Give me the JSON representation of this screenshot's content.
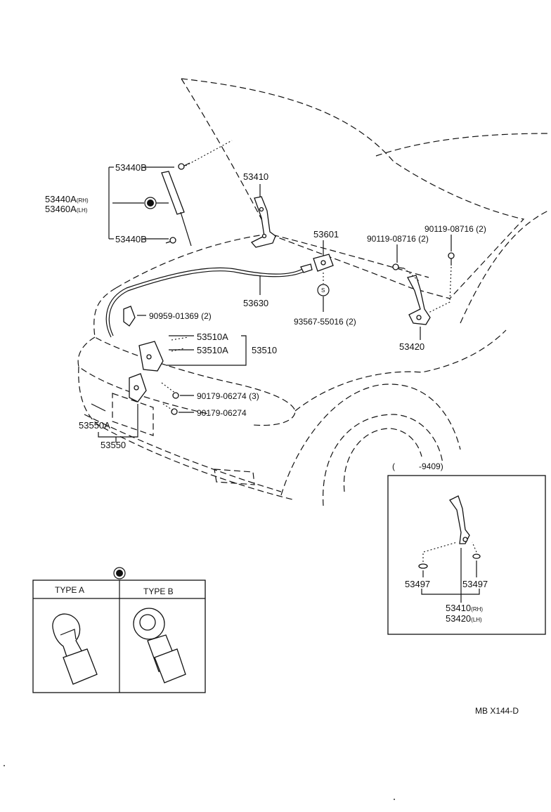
{
  "labels": {
    "stay_bracket_upper": "53440B",
    "stay_rh": "53440A",
    "stay_lh": "53460A",
    "rh": "(RH)",
    "lh": "(LH)",
    "stay_bracket_lower": "53440B",
    "hinge": "53410",
    "lock": "53601",
    "cable": "53630",
    "hinge_lh": "53420",
    "bolt_left": "90119-08716 (2)",
    "bolt_right": "90119-08716 (2)",
    "clamp": "90959-01369 (2)",
    "screw_lock": "93567-55016 (2)",
    "lock_s_mark": "S",
    "support_a1": "53510A",
    "support_a2": "53510A",
    "support": "53510",
    "bolt_3": "90179-06274 (3)",
    "bolt_1": "90179-06274",
    "striker_a": "53550A",
    "striker": "53550",
    "inset_range": "-9409)",
    "inset_open": "(",
    "washer_left": "53497",
    "washer_right": "53497",
    "inset_hinge_rh": "53410",
    "inset_hinge_lh": "53420",
    "type_a": "TYPE A",
    "type_b": "TYPE B",
    "figure_code": "MB X144-D"
  }
}
